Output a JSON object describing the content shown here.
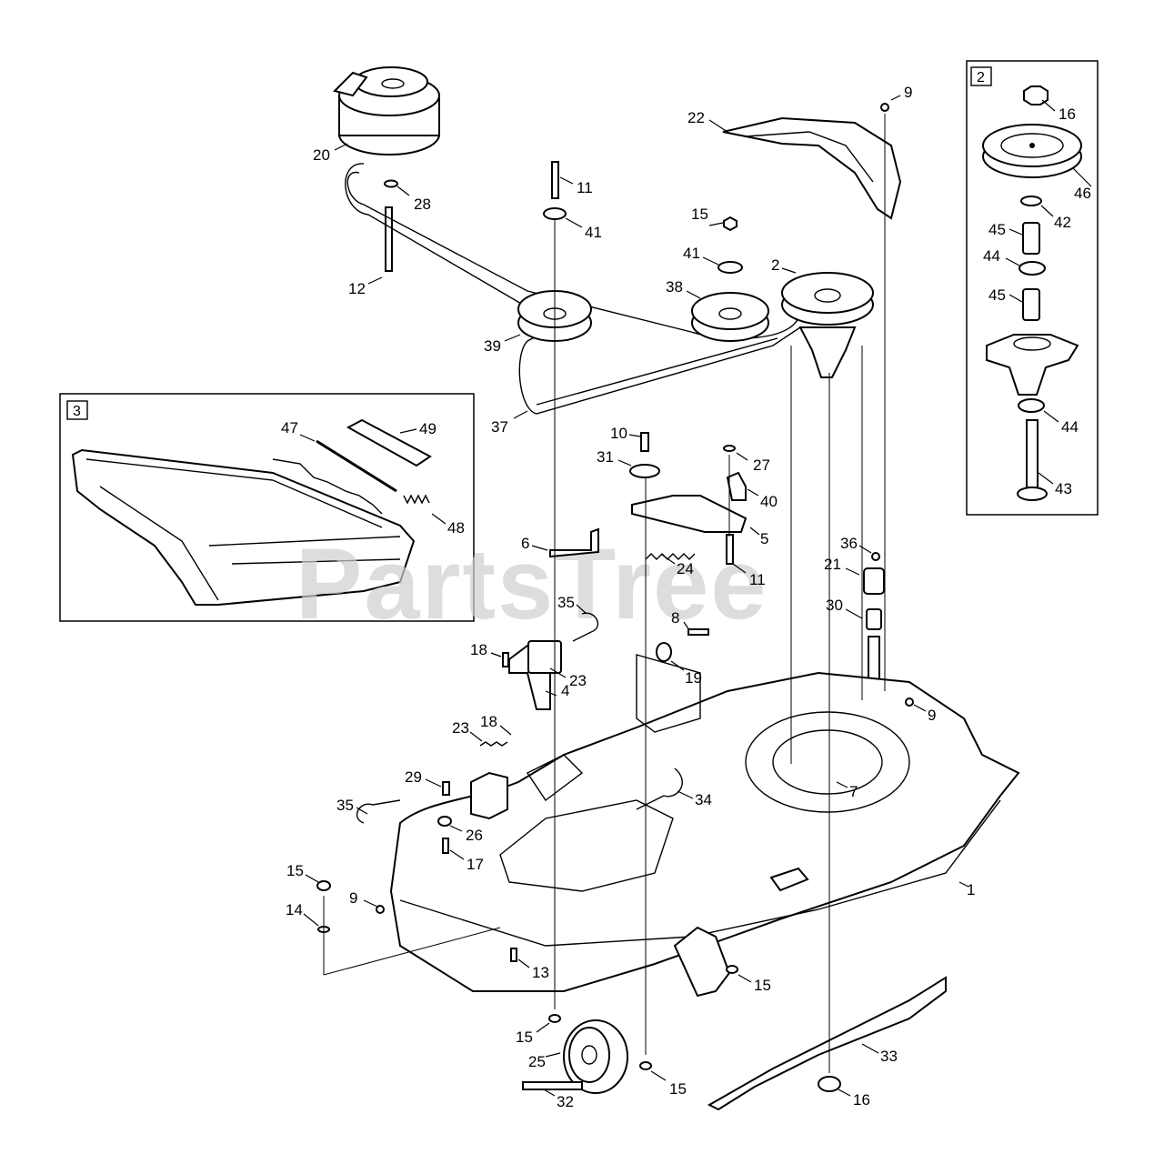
{
  "watermark": "PartsTree",
  "insets": [
    {
      "id": "inset-2",
      "tag": "2",
      "callouts": [
        "16",
        "46",
        "42",
        "45",
        "44",
        "45",
        "44",
        "43"
      ]
    },
    {
      "id": "inset-3",
      "tag": "3",
      "callouts": [
        "47",
        "49",
        "48"
      ]
    }
  ],
  "callouts": {
    "c1": "1",
    "c2": "2",
    "c4": "4",
    "c5": "5",
    "c6": "6",
    "c7": "7",
    "c8": "8",
    "c9a": "9",
    "c9b": "9",
    "c9c": "9",
    "c10": "10",
    "c11a": "11",
    "c11b": "11",
    "c12": "12",
    "c13": "13",
    "c14": "14",
    "c15a": "15",
    "c15b": "15",
    "c15c": "15",
    "c15d": "15",
    "c15e": "15",
    "c16": "16",
    "c17": "17",
    "c18a": "18",
    "c18b": "18",
    "c19": "19",
    "c20": "20",
    "c21": "21",
    "c22": "22",
    "c23a": "23",
    "c23b": "23",
    "c24": "24",
    "c25": "25",
    "c26": "26",
    "c27": "27",
    "c28": "28",
    "c29": "29",
    "c30": "30",
    "c31": "31",
    "c32": "32",
    "c33": "33",
    "c34": "34",
    "c35a": "35",
    "c35b": "35",
    "c36": "36",
    "c37": "37",
    "c38": "38",
    "c39": "39",
    "c40": "40",
    "c41a": "41",
    "c41b": "41"
  }
}
